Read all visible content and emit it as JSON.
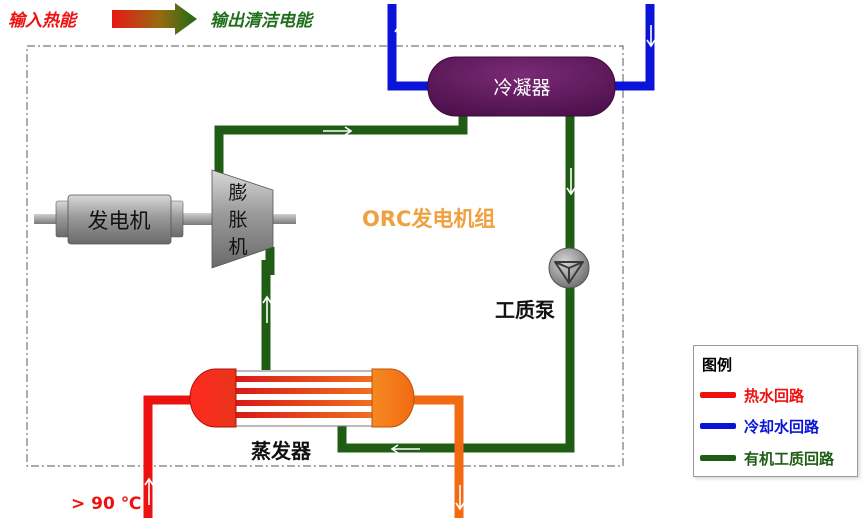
{
  "header": {
    "input_label": "输入热能",
    "output_label": "输出清洁电能"
  },
  "components": {
    "condenser": "冷凝器",
    "generator": "发电机",
    "expander": [
      "膨",
      "胀",
      "机"
    ],
    "unit": "ORC发电机组",
    "pump": "工质泵",
    "evaporator": "蒸发器",
    "inlet_temp": "> 90 ℃"
  },
  "legend": {
    "title": "图例",
    "items": [
      {
        "label": "热水回路",
        "color": "#ee1111"
      },
      {
        "label": "冷却水回路",
        "color": "#0a14d8"
      },
      {
        "label": "有机工质回路",
        "color": "#1f5c14"
      }
    ]
  },
  "colors": {
    "hot_water": "#ee1111",
    "hot_water_out": "#f26a12",
    "cooling_water": "#0a14d8",
    "working_fluid": "#1f5c14",
    "condenser": "#5a1657",
    "unit_label": "#f0a040",
    "input_text": "#ee1111",
    "output_text": "#1f6e1a"
  }
}
